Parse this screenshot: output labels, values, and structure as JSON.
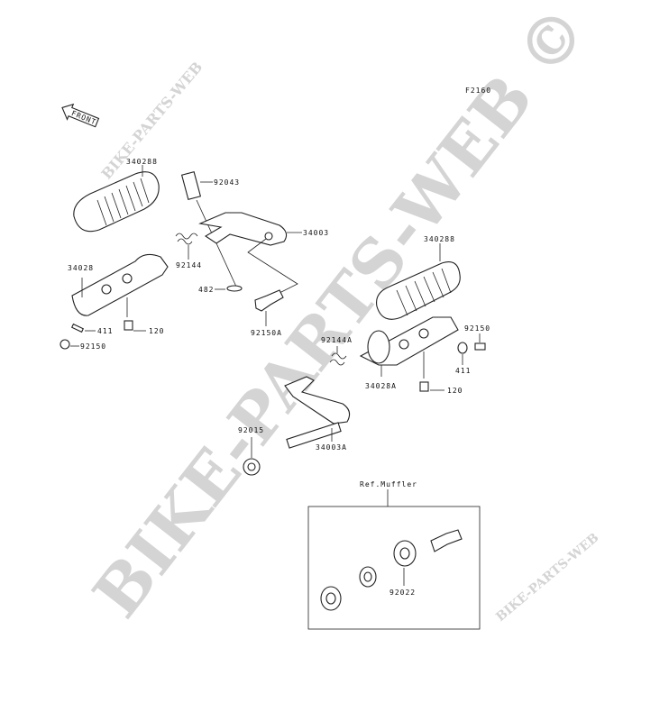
{
  "diagram": {
    "code": "F2160",
    "front_label": "FRONT",
    "ref_box_label": "Ref.Muffler",
    "watermark_main": "BIKE-PARTS-WEB ©",
    "watermark_small": "BIKE-PARTS-WEB",
    "parts": {
      "p340288_left": "340288",
      "p92043": "92043",
      "p34003": "34003",
      "p92144": "92144",
      "p34028": "34028",
      "p482": "482",
      "p92150A": "92150A",
      "p411_left": "411",
      "p120_left": "120",
      "p92150_left": "92150",
      "p340288_right": "340288",
      "p92150_right": "92150",
      "p92144A": "92144A",
      "p411_right": "411",
      "p34028A": "34028A",
      "p120_right": "120",
      "p92015": "92015",
      "p34003A": "34003A",
      "p92022": "92022"
    }
  }
}
